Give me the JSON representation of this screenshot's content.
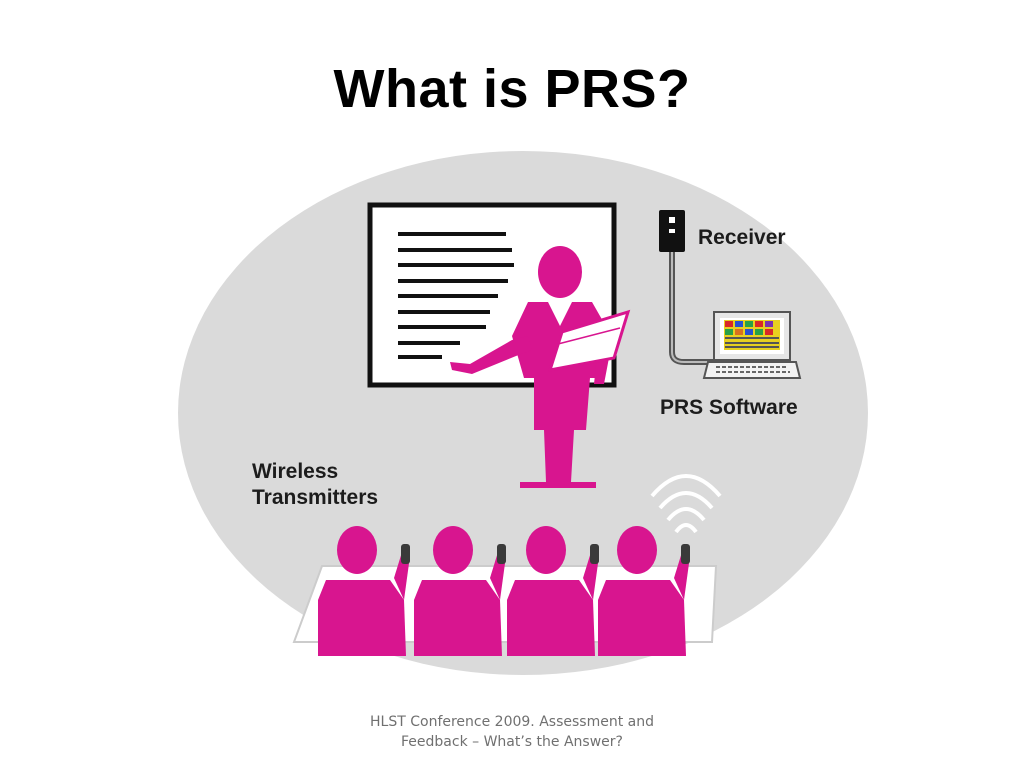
{
  "slide": {
    "title": "What is PRS?"
  },
  "diagram": {
    "receiver_label": "Receiver",
    "software_label": "PRS Software",
    "transmitters_label_line1": "Wireless",
    "transmitters_label_line2": "Transmitters"
  },
  "footer": {
    "line1": "HLST Conference 2009. Assessment and",
    "line2": "Feedback – What’s the Answer?"
  },
  "colors": {
    "figure_magenta": "#d8158f",
    "background_oval": "#dadada",
    "board_border": "#111111"
  }
}
